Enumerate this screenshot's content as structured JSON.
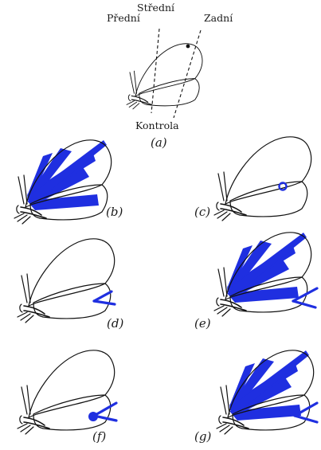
{
  "labels": {
    "predni": "Přední",
    "stredni": "Střední",
    "zadni": "Zadní",
    "kontrola": "Kontrola"
  },
  "panels": [
    "(a)",
    "(b)",
    "(c)",
    "(d)",
    "(e)",
    "(f)",
    "(g)"
  ],
  "colors": {
    "mark": "#1f2fe0",
    "ink": "#111111"
  }
}
